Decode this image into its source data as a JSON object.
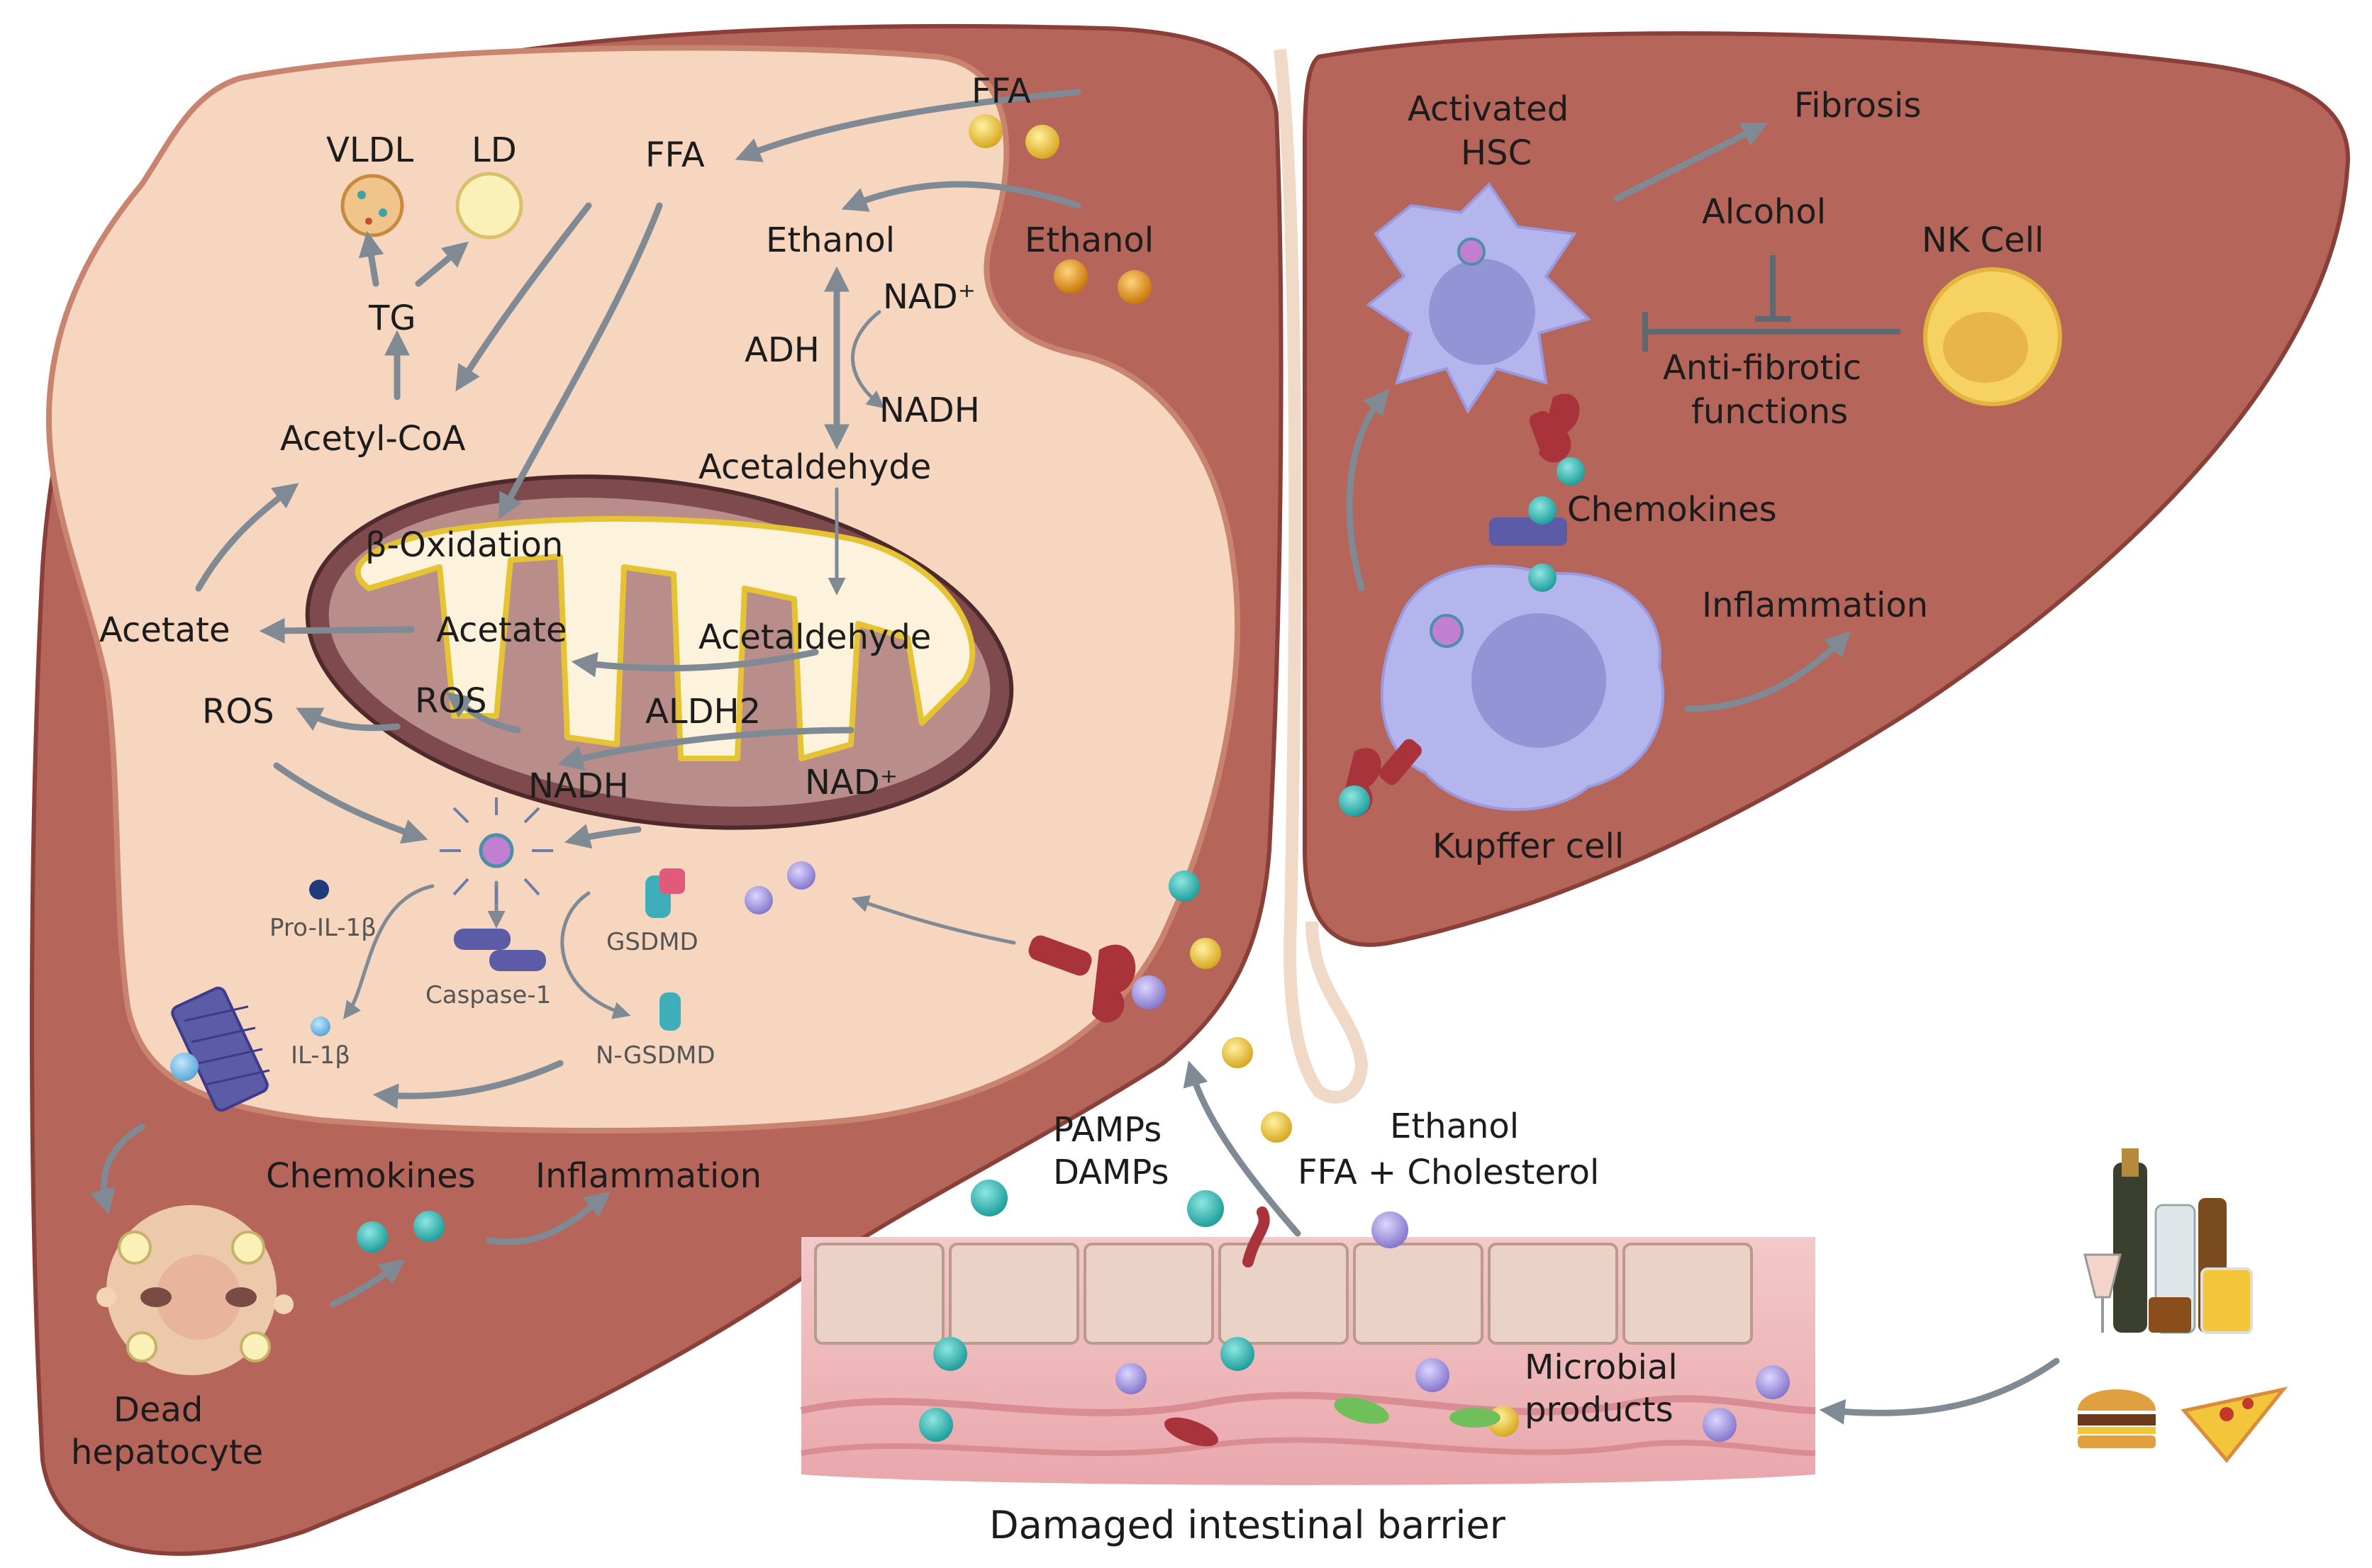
{
  "labels": {
    "ffa_outer": "FFA",
    "ffa_inner": "FFA",
    "vldl": "VLDL",
    "ld": "LD",
    "tg": "TG",
    "acetyl_coa": "Acetyl-CoA",
    "ethanol_inner": "Ethanol",
    "ethanol_outer": "Ethanol",
    "nad_plus_top": "NAD⁺",
    "adh": "ADH",
    "nadh_top": "NADH",
    "acetaldehyde_top": "Acetaldehyde",
    "beta_oxidation": "β-Oxidation",
    "acetate_mito": "Acetate",
    "acetate_cyto": "Acetate",
    "acetaldehyde_mito": "Acetaldehyde",
    "ros_mito": "ROS",
    "ros_cyto": "ROS",
    "aldh2": "ALDH2",
    "nadh_mito": "NADH",
    "nad_plus_mito": "NAD⁺",
    "pro_il1b": "Pro-IL-1β",
    "caspase1": "Caspase-1",
    "gsdmd": "GSDMD",
    "n_gsdmd": "N-GSDMD",
    "il1b": "IL-1β",
    "chemokines_left": "Chemokines",
    "inflammation_left": "Inflammation",
    "dead_hepatocyte_1": "Dead",
    "dead_hepatocyte_2": "hepatocyte",
    "pamps": "PAMPs",
    "damps": "DAMPs",
    "ethanol_gut": "Ethanol",
    "ffa_cholesterol": "FFA + Cholesterol",
    "microbial_1": "Microbial",
    "microbial_2": "products",
    "damaged_barrier": "Damaged intestinal barrier",
    "activated_hsc_1": "Activated",
    "activated_hsc_2": "HSC",
    "fibrosis": "Fibrosis",
    "alcohol": "Alcohol",
    "nk_cell": "NK Cell",
    "anti_fibrotic_1": "Anti-fibrotic",
    "anti_fibrotic_2": "functions",
    "chemokines_right": "Chemokines",
    "inflammation_right": "Inflammation",
    "kupffer_cell": "Kupffer cell"
  },
  "colors": {
    "liver": "#b5655a",
    "liver_dark": "#8a4038",
    "cell": "#f7d6c0",
    "mito": "#7f4a4e",
    "mito_inner": "#fdf3dd",
    "immune": "#b5b5ee",
    "arrow": "#7f8a94",
    "teal": "#29b3b0",
    "gold": "#e8c13a",
    "purple": "#9b8fd6",
    "receptor": "#a8333a"
  }
}
